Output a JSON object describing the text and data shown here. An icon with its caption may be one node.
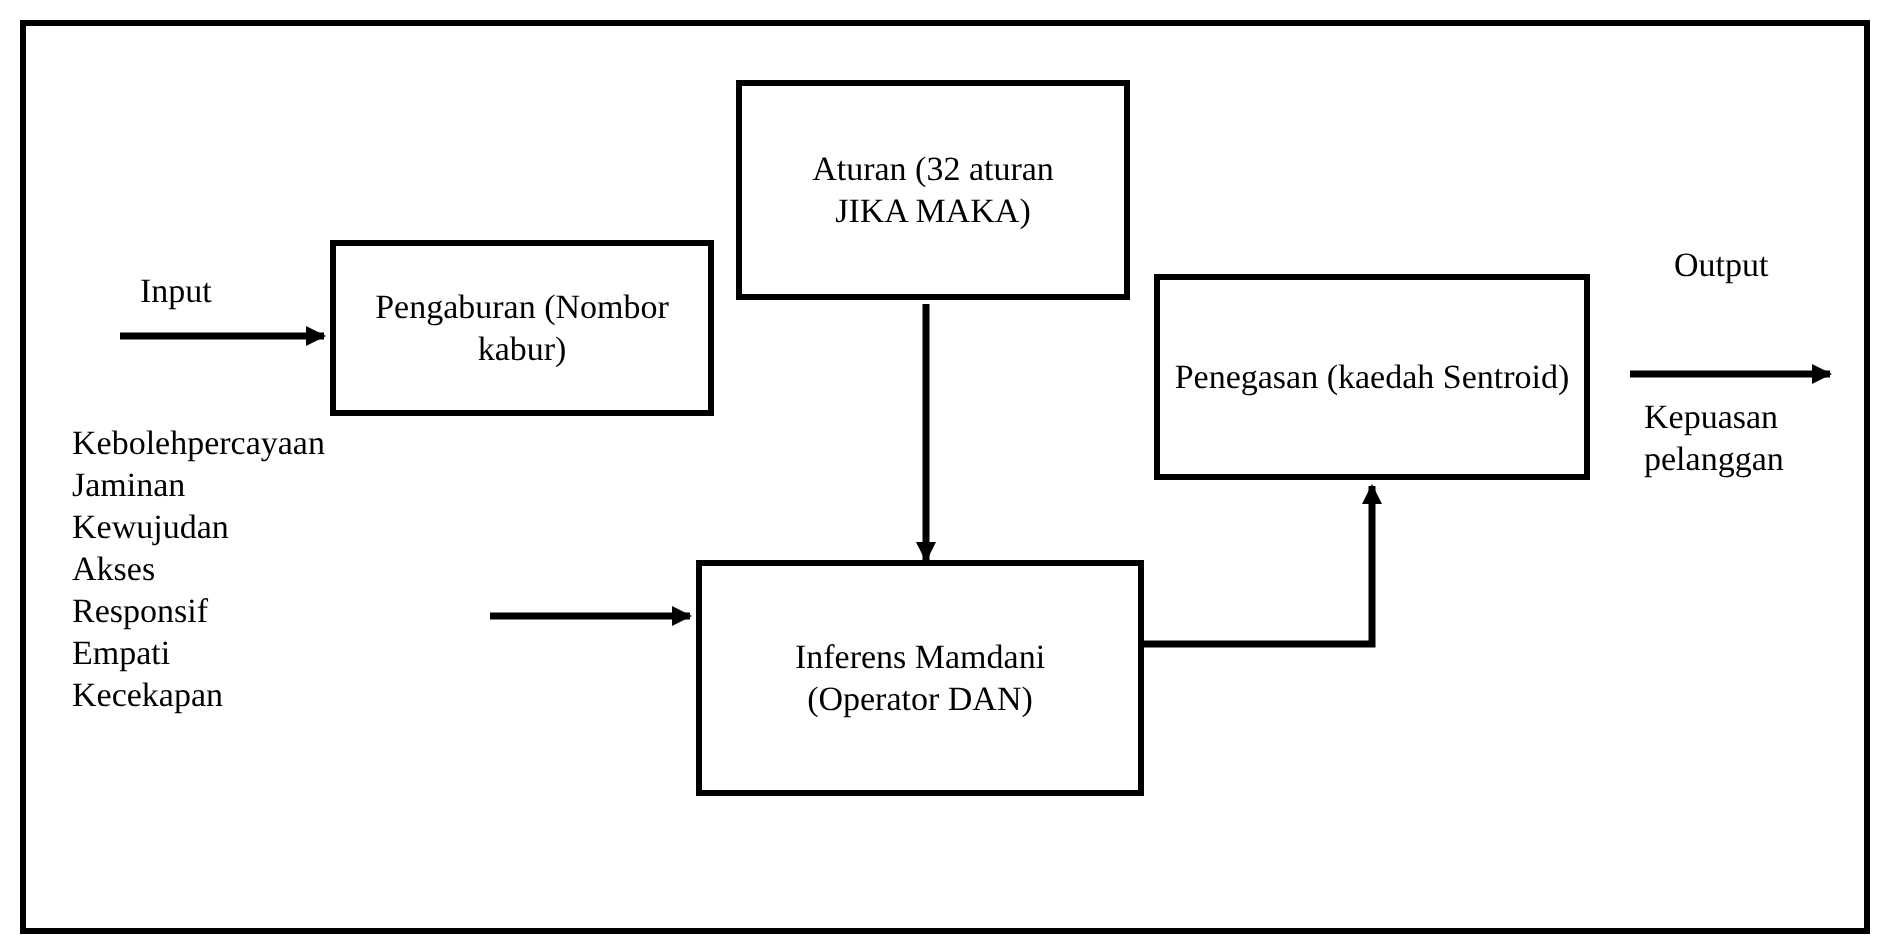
{
  "diagram": {
    "nodes": [
      {
        "text": [
          "Pengaburan (Nombor kabur)"
        ]
      },
      {
        "text": [
          "Aturan (32 aturan JIKA MAKA)"
        ]
      },
      {
        "text": [
          "Inferens Mamdani (Operator DAN)"
        ]
      },
      {
        "text": [
          "Penegasan (kaedah Sentroid)"
        ]
      }
    ],
    "edges": [
      {
        "from": null,
        "to": 0,
        "arrow": "to",
        "label": "Input"
      },
      {
        "from": null,
        "to": 2,
        "arrow": "to"
      },
      {
        "from": 1,
        "to": 2,
        "arrow": "to"
      },
      {
        "from": 2,
        "to": 3,
        "arrow": "to"
      },
      {
        "from": 3,
        "to": null,
        "arrow": "to",
        "label": "Output"
      }
    ],
    "labels": [
      "Kebolehpercayaan",
      "Jaminan",
      "Kewujudan",
      "Akses",
      "Responsif",
      "Empati",
      "Kecekapan",
      "Kepuasan pelanggan"
    ]
  }
}
